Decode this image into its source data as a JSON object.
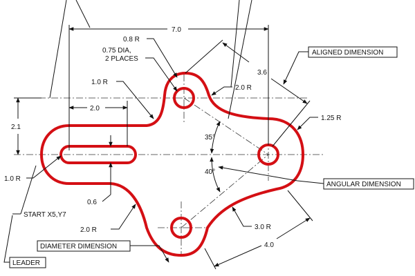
{
  "dimensions": {
    "overall_width": "7.0",
    "slot_length": "2.0",
    "height_left": "2.1",
    "slot_width": "0.6",
    "aligned_value": "3.6",
    "lower_aligned": "4.0"
  },
  "radii": {
    "top_boss": "0.8 R",
    "top_fillet": "2.0 R",
    "left_inner_fillet": "1.0 R",
    "left_end": "1.0 R",
    "right_boss": "1.25 R",
    "bottom_fillet": "2.0 R",
    "lower_right_fillet": "3.0 R"
  },
  "hole_note": {
    "line1": "0.75 DIA,",
    "line2": "2 PLACES"
  },
  "angles": {
    "upper": "35°",
    "lower": "40°"
  },
  "coordinate_note": "START X5,Y7",
  "callouts": {
    "aligned": "ALIGNED DIMENSION",
    "angular": "ANGULAR DIMENSION",
    "diameter": "DIAMETER DIMENSION",
    "leader": "LEADER"
  },
  "colors": {
    "part_outline": "#d40f14",
    "annotation": "#111111"
  }
}
